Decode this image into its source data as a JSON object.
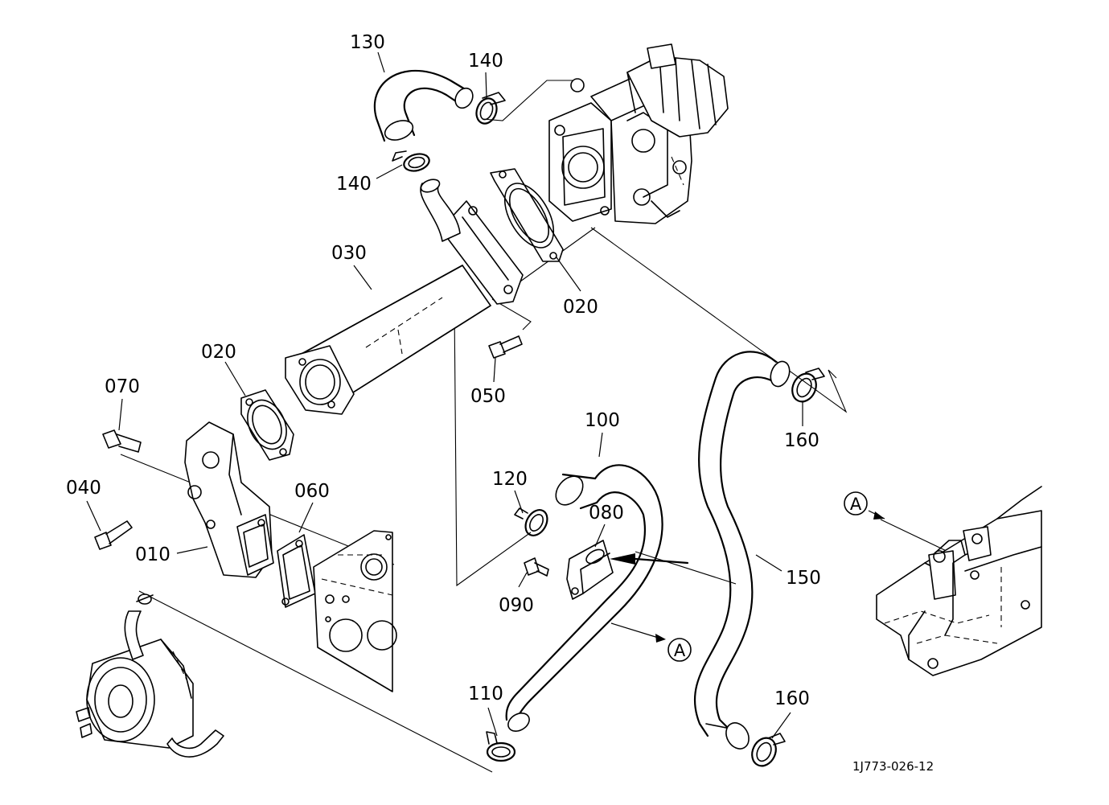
{
  "callouts": {
    "c130": "130",
    "c140_top": "140",
    "c140_mid": "140",
    "c030": "030",
    "c020_right": "020",
    "c020_left": "020",
    "c050": "050",
    "c070": "070",
    "c040": "040",
    "c010": "010",
    "c060": "060",
    "c100": "100",
    "c120": "120",
    "c080": "080",
    "c090": "090",
    "c110": "110",
    "c150": "150",
    "c160_top": "160",
    "c160_bottom": "160"
  },
  "view_refs": {
    "a_left": "A",
    "a_right": "A"
  },
  "document_id": "1J773-026-12",
  "colors": {
    "line": "#000000",
    "background": "#ffffff"
  }
}
